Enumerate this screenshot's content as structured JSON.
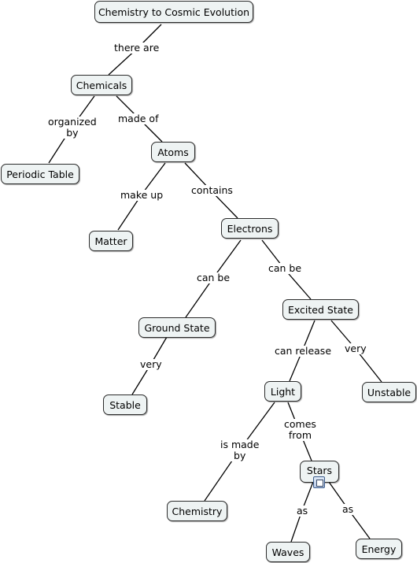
{
  "nodes": {
    "chemistry_to_cosmic_evolution": "Chemistry to Cosmic Evolution",
    "chemicals": "Chemicals",
    "periodic_table": "Periodic Table",
    "atoms": "Atoms",
    "matter": "Matter",
    "electrons": "Electrons",
    "ground_state": "Ground State",
    "excited_state": "Excited State",
    "stable": "Stable",
    "light": "Light",
    "unstable": "Unstable",
    "stars": "Stars",
    "chemistry": "Chemistry",
    "waves": "Waves",
    "energy": "Energy"
  },
  "links": {
    "there_are": "there are",
    "organized_by": "organized\nby",
    "made_of": "made of",
    "make_up": "make up",
    "contains": "contains",
    "can_be_ground": "can be",
    "can_be_excited": "can be",
    "very_stable": "very",
    "can_release": "can release",
    "very_unstable": "very",
    "is_made_by": "is made\nby",
    "comes_from": "comes\nfrom",
    "as_waves": "as",
    "as_energy": "as"
  },
  "icons": {
    "stars_resource": "resource-icon"
  },
  "colors": {
    "node_fill": "#eef3f3",
    "node_border": "#2b2b2b",
    "line": "#000000"
  }
}
